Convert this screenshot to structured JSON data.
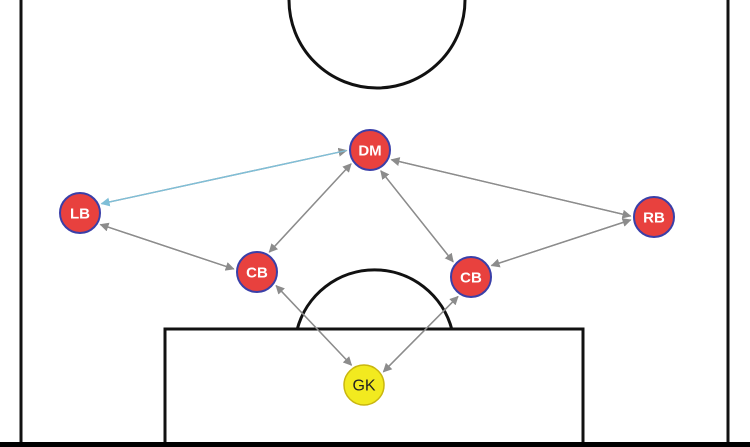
{
  "colors": {
    "pitch": "#ffffff",
    "line": "#111111",
    "player_fill": "#e8413e",
    "player_stroke": "#3a3fa8",
    "player_text": "#ffffff",
    "gk_fill": "#f2ea1f",
    "gk_stroke": "#c9b60f",
    "gk_text": "#222222",
    "pass_arrow": "#8c8c8c",
    "pass_arrow_highlight": "#7fbfd8"
  },
  "players": [
    {
      "id": "dm",
      "label": "DM",
      "role": "outfield"
    },
    {
      "id": "lb",
      "label": "LB",
      "role": "outfield"
    },
    {
      "id": "rb",
      "label": "RB",
      "role": "outfield"
    },
    {
      "id": "lcb",
      "label": "CB",
      "role": "outfield"
    },
    {
      "id": "rcb",
      "label": "CB",
      "role": "outfield"
    },
    {
      "id": "gk",
      "label": "GK",
      "role": "goalkeeper"
    }
  ],
  "passes": [
    {
      "from": "lb",
      "to": "dm"
    },
    {
      "from": "dm",
      "to": "lb",
      "highlight": true
    },
    {
      "from": "lb",
      "to": "lcb"
    },
    {
      "from": "lcb",
      "to": "lb"
    },
    {
      "from": "lcb",
      "to": "dm"
    },
    {
      "from": "dm",
      "to": "lcb"
    },
    {
      "from": "dm",
      "to": "rcb"
    },
    {
      "from": "rcb",
      "to": "dm"
    },
    {
      "from": "rb",
      "to": "dm"
    },
    {
      "from": "dm",
      "to": "rb"
    },
    {
      "from": "rcb",
      "to": "rb"
    },
    {
      "from": "rb",
      "to": "rcb"
    },
    {
      "from": "lcb",
      "to": "gk"
    },
    {
      "from": "gk",
      "to": "lcb"
    },
    {
      "from": "gk",
      "to": "rcb"
    },
    {
      "from": "rcb",
      "to": "gk"
    }
  ]
}
